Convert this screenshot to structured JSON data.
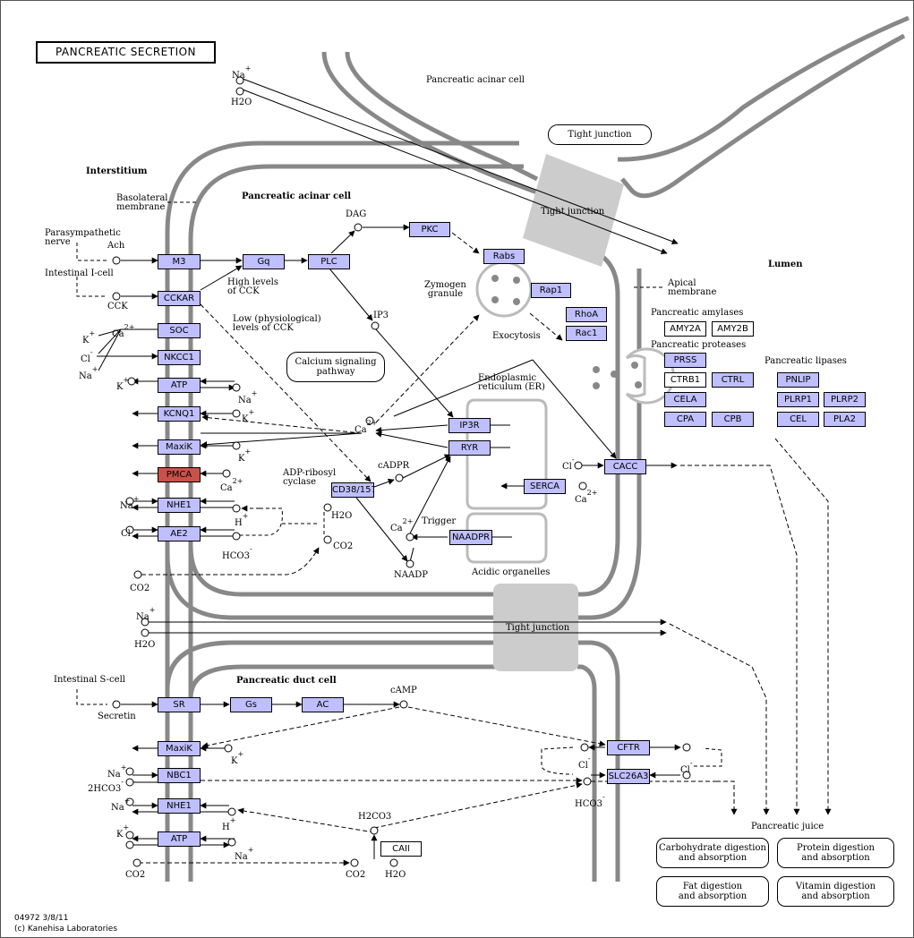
{
  "title": "PANCREATIC SECRETION",
  "footer": {
    "id_date": "04972 3/8/11",
    "copyright": "(c) Kanehisa Laboratories"
  },
  "regions": {
    "interstitium": "Interstitium",
    "acinar_cell": "Pancreatic acinar cell",
    "acinar_cell_top": "Pancreatic acinar cell",
    "duct_cell": "Pancreatic duct cell",
    "lumen": "Lumen",
    "basolateral": "Basolateral\nmembrane",
    "apical": "Apical\nmembrane",
    "tight_junction": "Tight junction",
    "er": "Endoplasmic\nreticulum (ER)",
    "acidic": "Acidic organelles",
    "zymogen": "Zymogen\ngranule",
    "exocytosis": "Exocytosis"
  },
  "inputs": {
    "parasympathetic": "Parasympathetic\nnerve",
    "intestinal_i": "Intestinal I-cell",
    "intestinal_s": "Intestinal S-cell",
    "ach": "Ach",
    "cck": "CCK",
    "secretin": "Secretin",
    "high_cck": "High levels\nof CCK",
    "low_cck": "Low (physiological)\nlevels of CCK"
  },
  "genes_acinar": {
    "m3": "M3",
    "gq": "Gq",
    "plc": "PLC",
    "pkc": "PKC",
    "cckar": "CCKAR",
    "soc": "SOC",
    "nkcc1": "NKCC1",
    "atp": "ATP",
    "kcnq1": "KCNQ1",
    "maxik": "MaxiK",
    "pmca": "PMCA",
    "nhe1": "NHE1",
    "ae2": "AE2",
    "rabs": "Rabs",
    "rap1": "Rap1",
    "rhoa": "RhoA",
    "rac1": "Rac1",
    "ip3r": "IP3R",
    "ryr": "RYR",
    "cd38": "CD38/157",
    "serca": "SERCA",
    "naadpr": "NAADPR",
    "cacc": "CACC"
  },
  "genes_duct": {
    "sr": "SR",
    "gs": "Gs",
    "ac": "AC",
    "maxik": "MaxiK",
    "nbc1": "NBC1",
    "nhe1": "NHE1",
    "atp": "ATP",
    "cftr": "CFTR",
    "slc26a3": "SLC26A3",
    "caii": "CAII"
  },
  "enzymes": {
    "amylases_title": "Pancreatic amylases",
    "amy2a": "AMY2A",
    "amy2b": "AMY2B",
    "proteases_title": "Pancreatic proteases",
    "prss": "PRSS",
    "ctrb1": "CTRB1",
    "ctrl": "CTRL",
    "cela": "CELA",
    "cpa": "CPA",
    "cpb": "CPB",
    "lipases_title": "Pancreatic lipases",
    "pnlip": "PNLIP",
    "plrp1": "PLRP1",
    "plrp2": "PLRP2",
    "cel": "CEL",
    "pla2": "PLA2"
  },
  "metabolites": {
    "dag": "DAG",
    "ip3": "IP3",
    "ca": "Ca",
    "cadpr": "cADPR",
    "naadp": "NAADP",
    "trigger": "Trigger",
    "adp_ribosyl": "ADP-ribosyl\ncyclase",
    "camp": "cAMP",
    "na": "Na",
    "k": "K",
    "cl": "Cl",
    "h": "H",
    "h2o": "H2O",
    "co2": "CO2",
    "hco3": "HCO3",
    "hco3_2": "2HCO3",
    "h2co3": "H2CO3",
    "plus": "+",
    "minus": "-",
    "two_plus": "2+"
  },
  "outputs": {
    "calcium_pathway": "Calcium signaling\npathway",
    "pancreatic_juice": "Pancreatic juice",
    "carb": "Carbohydrate digestion\nand absorption",
    "protein": "Protein digestion\nand absorption",
    "fat": "Fat digestion\nand absorption",
    "vitamin": "Vitamin digestion\nand absorption"
  },
  "colors": {
    "gene": "#bfbfff",
    "highlight": "#c8524a",
    "membrane": "#888888",
    "junction": "#cccccc"
  }
}
